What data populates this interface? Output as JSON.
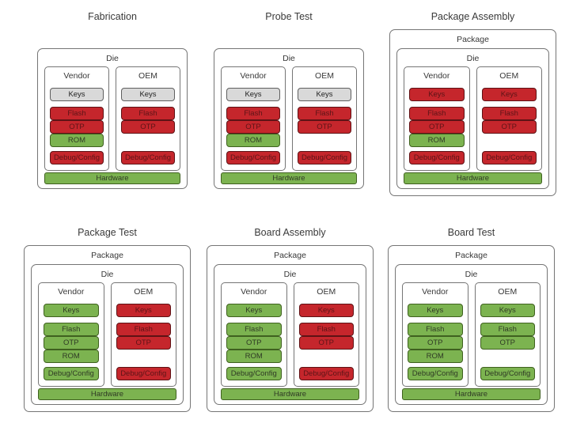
{
  "colors": {
    "gray_fill": "#d9d9d9",
    "gray_border": "#5f5f5f",
    "gray_text": "#222222",
    "red_fill": "#c5262c",
    "red_border": "#5e1215",
    "red_text": "#5c1417",
    "green_fill": "#7cb350",
    "green_border": "#3f611f",
    "green_text": "#2f3a25",
    "frame_border": "#757575",
    "text": "#3a3a3a"
  },
  "stages": [
    {
      "title": "Fabrication",
      "die_label": "Die",
      "columns": [
        {
          "label": "Vendor",
          "keys": {
            "label": "Keys",
            "color": "gray"
          },
          "memory": [
            {
              "label": "Flash",
              "color": "red"
            },
            {
              "label": "OTP",
              "color": "red"
            },
            {
              "label": "ROM",
              "color": "green"
            }
          ],
          "debug": {
            "label": "Debug/Config",
            "color": "red"
          }
        },
        {
          "label": "OEM",
          "keys": {
            "label": "Keys",
            "color": "gray"
          },
          "memory": [
            {
              "label": "Flash",
              "color": "red"
            },
            {
              "label": "OTP",
              "color": "red"
            }
          ],
          "debug": {
            "label": "Debug/Config",
            "color": "red"
          }
        }
      ],
      "hardware": {
        "label": "Hardware",
        "color": "green"
      }
    },
    {
      "title": "Probe Test",
      "die_label": "Die",
      "columns": [
        {
          "label": "Vendor",
          "keys": {
            "label": "Keys",
            "color": "gray"
          },
          "memory": [
            {
              "label": "Flash",
              "color": "red"
            },
            {
              "label": "OTP",
              "color": "red"
            },
            {
              "label": "ROM",
              "color": "green"
            }
          ],
          "debug": {
            "label": "Debug/Config",
            "color": "red"
          }
        },
        {
          "label": "OEM",
          "keys": {
            "label": "Keys",
            "color": "gray"
          },
          "memory": [
            {
              "label": "Flash",
              "color": "red"
            },
            {
              "label": "OTP",
              "color": "red"
            }
          ],
          "debug": {
            "label": "Debug/Config",
            "color": "red"
          }
        }
      ],
      "hardware": {
        "label": "Hardware",
        "color": "green"
      }
    },
    {
      "title": "Package Assembly",
      "package_label": "Package",
      "die_label": "Die",
      "columns": [
        {
          "label": "Vendor",
          "keys": {
            "label": "Keys",
            "color": "red"
          },
          "memory": [
            {
              "label": "Flash",
              "color": "red"
            },
            {
              "label": "OTP",
              "color": "red"
            },
            {
              "label": "ROM",
              "color": "green"
            }
          ],
          "debug": {
            "label": "Debug/Config",
            "color": "red"
          }
        },
        {
          "label": "OEM",
          "keys": {
            "label": "Keys",
            "color": "red"
          },
          "memory": [
            {
              "label": "Flash",
              "color": "red"
            },
            {
              "label": "OTP",
              "color": "red"
            }
          ],
          "debug": {
            "label": "Debug/Config",
            "color": "red"
          }
        }
      ],
      "hardware": {
        "label": "Hardware",
        "color": "green"
      }
    },
    {
      "title": "Package Test",
      "package_label": "Package",
      "die_label": "Die",
      "columns": [
        {
          "label": "Vendor",
          "keys": {
            "label": "Keys",
            "color": "green"
          },
          "memory": [
            {
              "label": "Flash",
              "color": "green"
            },
            {
              "label": "OTP",
              "color": "green"
            },
            {
              "label": "ROM",
              "color": "green"
            }
          ],
          "debug": {
            "label": "Debug/Config",
            "color": "green"
          }
        },
        {
          "label": "OEM",
          "keys": {
            "label": "Keys",
            "color": "red"
          },
          "memory": [
            {
              "label": "Flash",
              "color": "red"
            },
            {
              "label": "OTP",
              "color": "red"
            }
          ],
          "debug": {
            "label": "Debug/Config",
            "color": "red"
          }
        }
      ],
      "hardware": {
        "label": "Hardware",
        "color": "green"
      }
    },
    {
      "title": "Board Assembly",
      "package_label": "Package",
      "die_label": "Die",
      "columns": [
        {
          "label": "Vendor",
          "keys": {
            "label": "Keys",
            "color": "green"
          },
          "memory": [
            {
              "label": "Flash",
              "color": "green"
            },
            {
              "label": "OTP",
              "color": "green"
            },
            {
              "label": "ROM",
              "color": "green"
            }
          ],
          "debug": {
            "label": "Debug/Config",
            "color": "green"
          }
        },
        {
          "label": "OEM",
          "keys": {
            "label": "Keys",
            "color": "red"
          },
          "memory": [
            {
              "label": "Flash",
              "color": "red"
            },
            {
              "label": "OTP",
              "color": "red"
            }
          ],
          "debug": {
            "label": "Debug/Config",
            "color": "red"
          }
        }
      ],
      "hardware": {
        "label": "Hardware",
        "color": "green"
      }
    },
    {
      "title": "Board Test",
      "package_label": "Package",
      "die_label": "Die",
      "columns": [
        {
          "label": "Vendor",
          "keys": {
            "label": "Keys",
            "color": "green"
          },
          "memory": [
            {
              "label": "Flash",
              "color": "green"
            },
            {
              "label": "OTP",
              "color": "green"
            },
            {
              "label": "ROM",
              "color": "green"
            }
          ],
          "debug": {
            "label": "Debug/Config",
            "color": "green"
          }
        },
        {
          "label": "OEM",
          "keys": {
            "label": "Keys",
            "color": "green"
          },
          "memory": [
            {
              "label": "Flash",
              "color": "green"
            },
            {
              "label": "OTP",
              "color": "green"
            }
          ],
          "debug": {
            "label": "Debug/Config",
            "color": "green"
          }
        }
      ],
      "hardware": {
        "label": "Hardware",
        "color": "green"
      }
    }
  ]
}
